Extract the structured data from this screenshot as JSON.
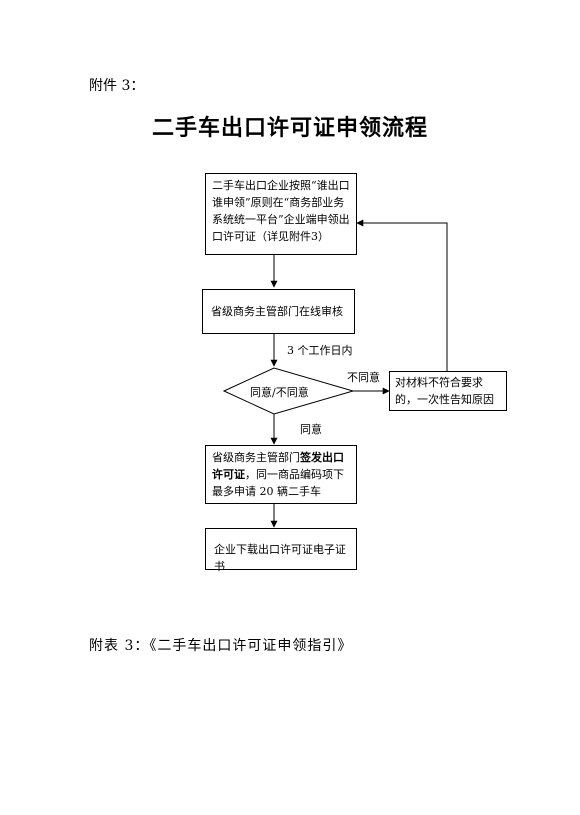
{
  "attachment_label": "附件 3：",
  "title": "二手车出口许可证申领流程",
  "flow": {
    "step1": "二手车出口企业按照“谁出口谁申领”原则在“商务部业务系统统一平台”企业端申领出口许可证（详见附件3）",
    "step2": "省级商务主管部门在线审核",
    "time_label": "3 个工作日内",
    "decision": "同意/不同意",
    "disagree_label": "不同意",
    "agree_label": "同意",
    "reject_box": "对材料不符合要求的，一次性告知原因",
    "step3_pre": "省级商务主管部门",
    "step3_bold": "签发出口许可证",
    "step3_post": "，同一商品编码项下最多申请 20 辆二手车",
    "step4": "企业下载出口许可证电子证书"
  },
  "footer": "附表 3：《二手车出口许可证申领指引》"
}
